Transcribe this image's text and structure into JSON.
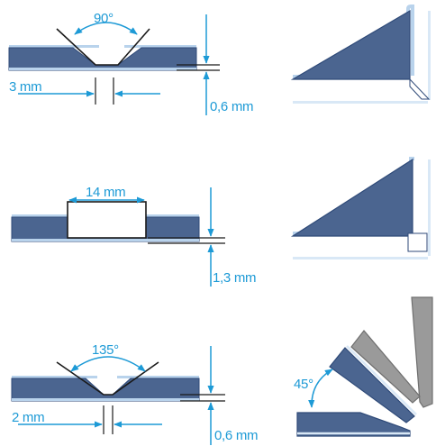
{
  "colors": {
    "panel_fill": "#4b6590",
    "panel_stroke": "#2f4a78",
    "skin": "#b9d3ec",
    "skin_light": "#d9e8f6",
    "annotation": "#1d9ad6",
    "line": "#1a1a1a",
    "grey_fill": "#9a9a9a",
    "grey_stroke": "#6f6f6f"
  },
  "diagrams": [
    {
      "groove_type": "v-groove",
      "angle_label": "90°",
      "width_label": "3 mm",
      "remaining_label": "0,6 mm"
    },
    {
      "groove_type": "rectangular-groove",
      "width_label": "14 mm",
      "remaining_label": "1,3 mm"
    },
    {
      "groove_type": "v-groove",
      "angle_label": "135°",
      "width_label": "2 mm",
      "remaining_label": "0,6 mm",
      "fold_angle_label": "45°"
    }
  ]
}
